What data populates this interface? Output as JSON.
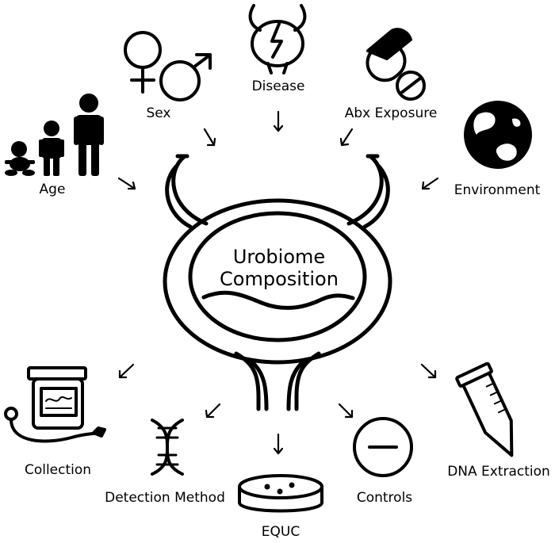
{
  "center": {
    "line1": "Urobiome",
    "line2": "Composition"
  },
  "factors": {
    "sex": "Sex",
    "disease": "Disease",
    "abx": "Abx Exposure",
    "age": "Age",
    "environment": "Environment",
    "collection": "Collection",
    "detection": "Detection Method",
    "equc": "EQUC",
    "controls": "Controls",
    "dna": "DNA Extraction"
  },
  "icons": {
    "sex": "female-male-symbols-icon",
    "disease": "bladder-lightning-icon",
    "abx": "pill-capsule-icon",
    "age": "baby-child-adult-icon",
    "environment": "globe-icon",
    "collection": "specimen-cup-catheter-icon",
    "detection": "dna-helix-icon",
    "equc": "petri-dish-icon",
    "controls": "minus-circle-icon",
    "dna": "centrifuge-tube-icon"
  },
  "colors": {
    "stroke": "#000000",
    "background": "#ffffff"
  }
}
